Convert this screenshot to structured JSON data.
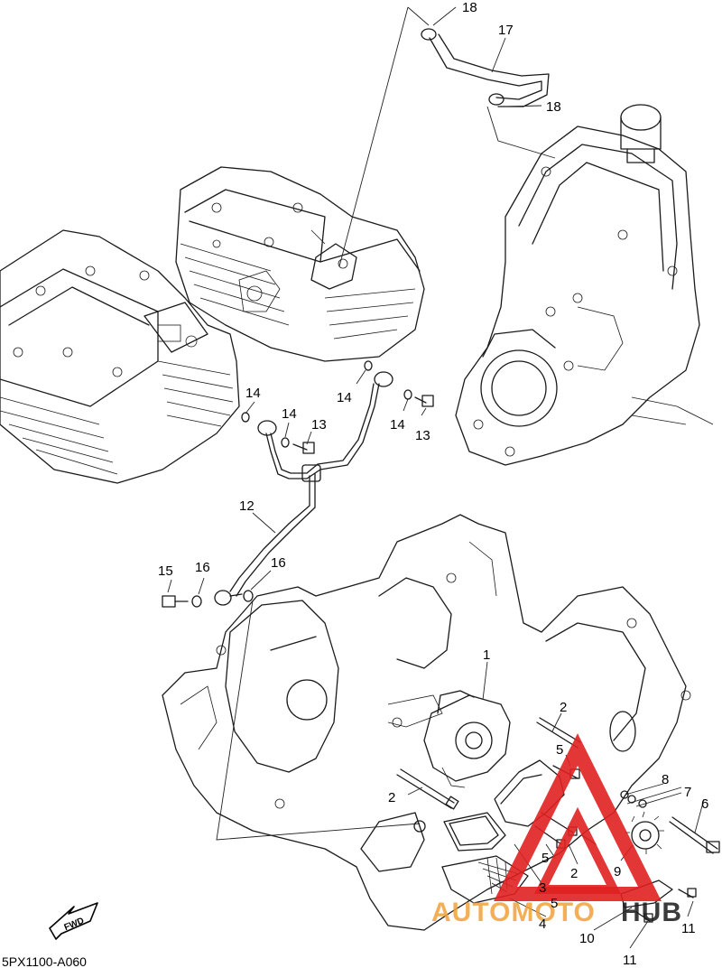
{
  "diagram": {
    "part_code": "5PX1100-A060",
    "fwd_label": "FWD",
    "watermark": {
      "part1": "AUTOMOTO",
      "part2": "HUB"
    },
    "callouts": [
      {
        "id": "c1",
        "label": "1"
      },
      {
        "id": "c2a",
        "label": "2"
      },
      {
        "id": "c2b",
        "label": "2"
      },
      {
        "id": "c2c",
        "label": "2"
      },
      {
        "id": "c3",
        "label": "3"
      },
      {
        "id": "c4",
        "label": "4"
      },
      {
        "id": "c5a",
        "label": "5"
      },
      {
        "id": "c5b",
        "label": "5"
      },
      {
        "id": "c5c",
        "label": "5"
      },
      {
        "id": "c6",
        "label": "6"
      },
      {
        "id": "c7",
        "label": "7"
      },
      {
        "id": "c8",
        "label": "8"
      },
      {
        "id": "c9",
        "label": "9"
      },
      {
        "id": "c10",
        "label": "10"
      },
      {
        "id": "c11a",
        "label": "11"
      },
      {
        "id": "c11b",
        "label": "11"
      },
      {
        "id": "c12",
        "label": "12"
      },
      {
        "id": "c13a",
        "label": "13"
      },
      {
        "id": "c13b",
        "label": "13"
      },
      {
        "id": "c14a",
        "label": "14"
      },
      {
        "id": "c14b",
        "label": "14"
      },
      {
        "id": "c14c",
        "label": "14"
      },
      {
        "id": "c14d",
        "label": "14"
      },
      {
        "id": "c15",
        "label": "15"
      },
      {
        "id": "c16a",
        "label": "16"
      },
      {
        "id": "c16b",
        "label": "16"
      },
      {
        "id": "c17",
        "label": "17"
      },
      {
        "id": "c18a",
        "label": "18"
      },
      {
        "id": "c18b",
        "label": "18"
      }
    ]
  }
}
